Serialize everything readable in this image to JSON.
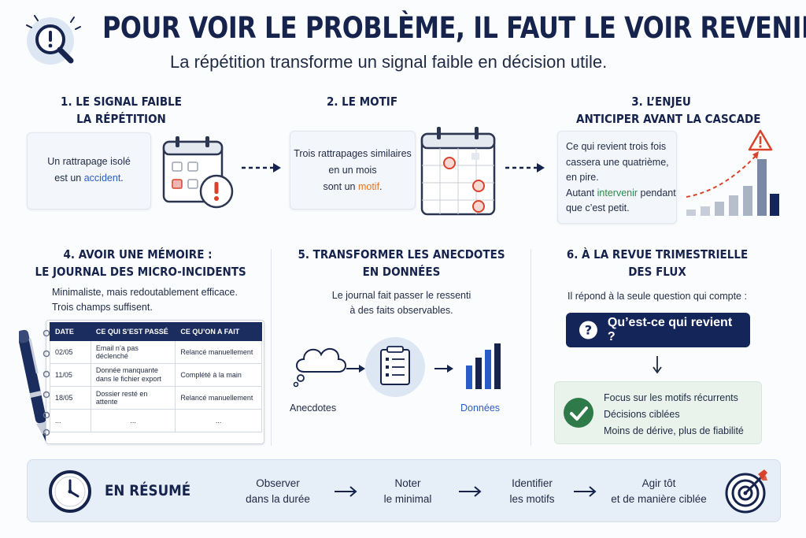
{
  "header": {
    "title": "POUR VOIR LE PROBLÈME, IL FAUT LE VOIR REVENIR.",
    "subtitle": "La répétition transforme un signal faible en décision utile."
  },
  "steps": [
    {
      "title_line1": "1. LE SIGNAL FAIBLE",
      "title_line2": "LA RÉPÉTITION",
      "text_line1": "Un rattrapage isolé",
      "text_line2_pre": "est un ",
      "text_line2_hl": "accident",
      "text_line2_post": "."
    },
    {
      "title_line1": "2. LE MOTIF",
      "text_line1": "Trois rattrapages similaires",
      "text_line2": "en un mois",
      "text_line3_pre": "sont un ",
      "text_line3_hl": "motif",
      "text_line3_post": "."
    },
    {
      "title_line1": "3. L’ENJEU",
      "title_line2": "ANTICIPER AVANT LA CASCADE",
      "text_line1": "Ce qui revient trois fois",
      "text_line2": "cassera une quatrième,",
      "text_line3": "en pire.",
      "text_line4_pre": "Autant ",
      "text_line4_hl": "intervenir",
      "text_line4_post": " pendant",
      "text_line5": "que c’est petit."
    },
    {
      "title_line1": "4. AVOIR UNE MÉMOIRE :",
      "title_line2": "LE JOURNAL DES MICRO-INCIDENTS",
      "text_line1": "Minimaliste, mais redoutablement efficace.",
      "text_line2": "Trois champs suffisent."
    },
    {
      "title_line1": "5. TRANSFORMER LES ANECDOTES",
      "title_line2": "EN DONNÉES",
      "text_line1": "Le journal fait passer le ressenti",
      "text_line2": "à des faits observables.",
      "label_left": "Anecdotes",
      "label_right": "Données"
    },
    {
      "title_line1": "6. À LA REVUE TRIMESTRIELLE",
      "title_line2": "DES FLUX",
      "text_line1": "Il répond à la seule question qui compte :",
      "question": "Qu’est-ce qui revient ?",
      "benefits": [
        "Focus sur les motifs récurrents",
        "Décisions ciblées",
        "Moins de dérive, plus de fiabilité"
      ]
    }
  ],
  "journal": {
    "headers": [
      "DATE",
      "CE QUI S’EST PASSÉ",
      "CE QU’ON A FAIT"
    ],
    "rows": [
      [
        "02/05",
        "Email n’a pas déclenché",
        "Relancé manuellement"
      ],
      [
        "11/05",
        "Donnée manquante\ndans le fichier export",
        "Complété à la main"
      ],
      [
        "18/05",
        "Dossier resté en attente",
        "Relancé manuellement"
      ],
      [
        "...",
        "...",
        "..."
      ]
    ]
  },
  "summary": {
    "title": "EN RÉSUMÉ",
    "steps": [
      {
        "line1": "Observer",
        "line2": "dans la durée"
      },
      {
        "line1": "Noter",
        "line2": "le minimal"
      },
      {
        "line1": "Identifier",
        "line2": "les motifs"
      },
      {
        "line1": "Agir tôt",
        "line2": "et de manière ciblée"
      }
    ]
  },
  "colors": {
    "navy": "#16234d",
    "accent_blue": "#2a5cc7",
    "accent_orange": "#e0762a",
    "accent_red": "#d9432b",
    "accent_green": "#2e8a4a",
    "summary_bg": "#e6eef8"
  }
}
